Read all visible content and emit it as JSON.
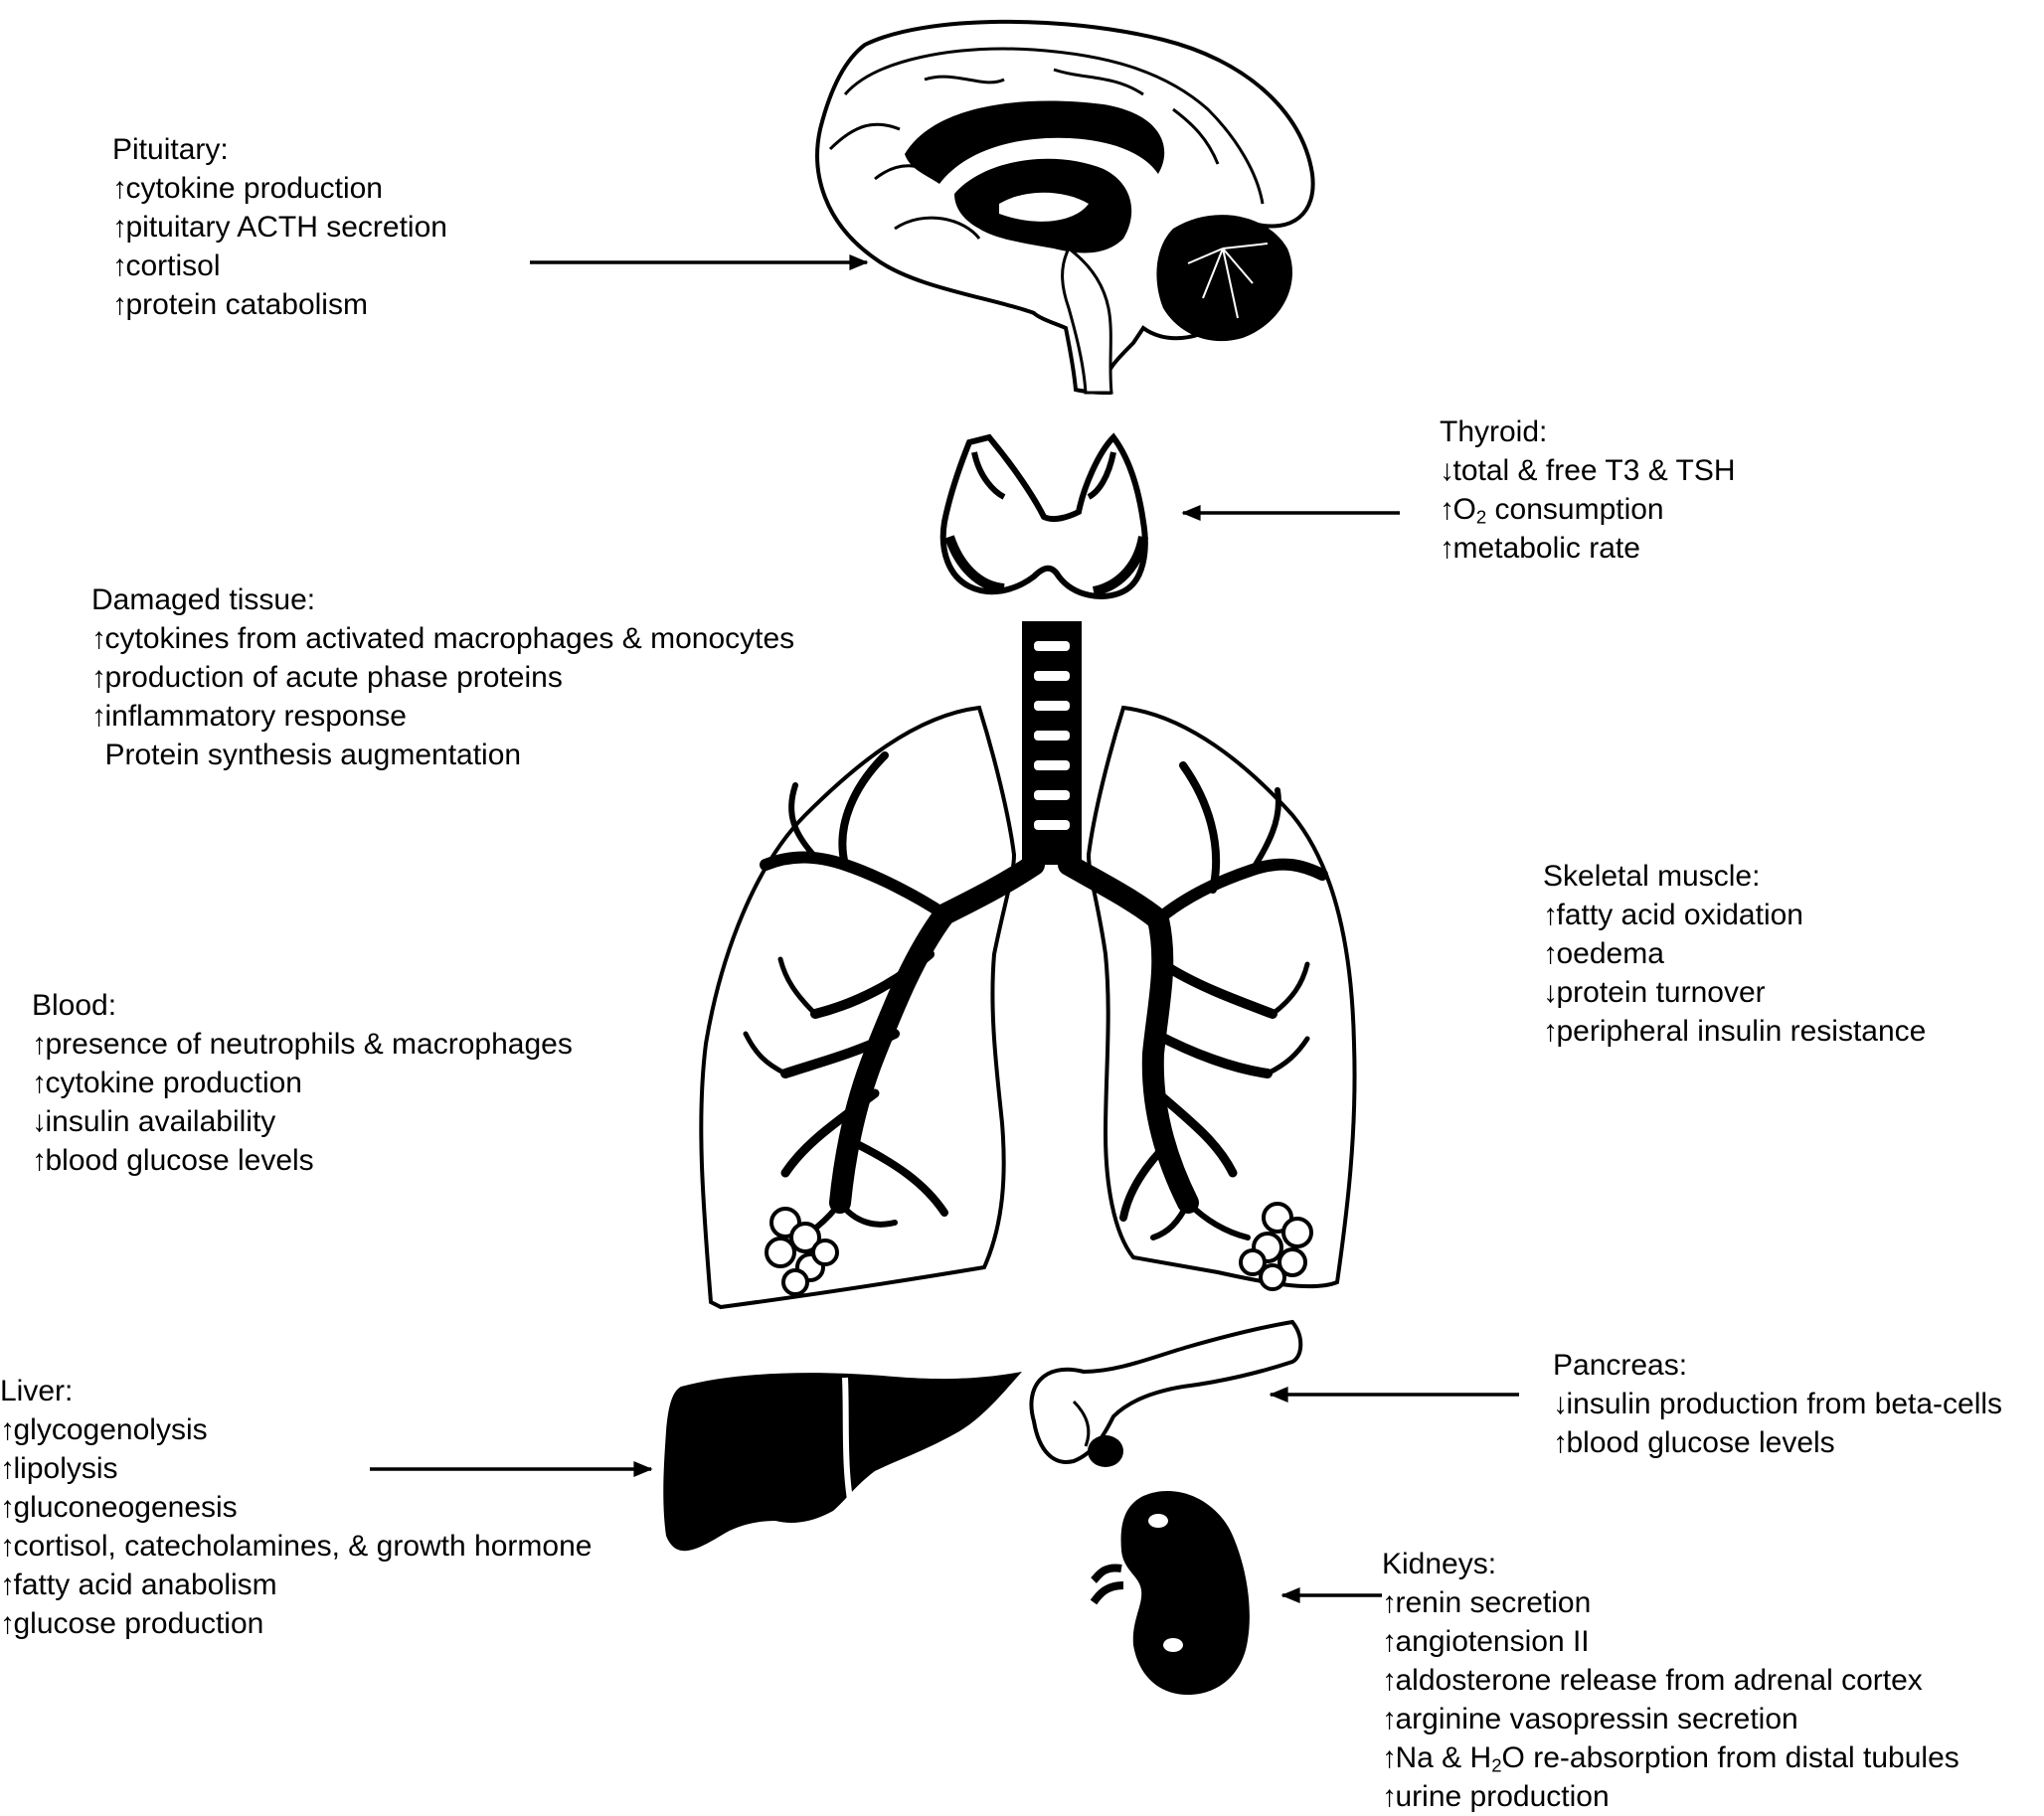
{
  "pituitary": {
    "title": "Pituitary:",
    "lines": [
      {
        "dir": "↑",
        "text": "cytokine production"
      },
      {
        "dir": "↑",
        "text": "pituitary ACTH secretion"
      },
      {
        "dir": "↑",
        "text": "cortisol"
      },
      {
        "dir": "↑",
        "text": "protein catabolism"
      }
    ]
  },
  "thyroid": {
    "title": "Thyroid:",
    "lines": [
      {
        "dir": "↓",
        "text": "total & free T3 & TSH"
      },
      {
        "dir": "↑",
        "pre": "O",
        "sub": "2",
        "post": " consumption"
      },
      {
        "dir": "↑",
        "text": "metabolic rate"
      }
    ]
  },
  "damaged_tissue": {
    "title": "Damaged tissue:",
    "lines": [
      {
        "dir": "↑",
        "text": "cytokines from activated macrophages & monocytes"
      },
      {
        "dir": "↑",
        "text": "production of acute phase proteins"
      },
      {
        "dir": "↑",
        "text": "inflammatory response"
      },
      {
        "dir": " ",
        "text": "Protein synthesis augmentation"
      }
    ]
  },
  "skeletal_muscle": {
    "title": "Skeletal muscle:",
    "lines": [
      {
        "dir": "↑",
        "text": "fatty acid oxidation"
      },
      {
        "dir": "↑",
        "text": "oedema"
      },
      {
        "dir": "↓",
        "text": "protein turnover"
      },
      {
        "dir": "↑",
        "text": "peripheral insulin resistance"
      }
    ]
  },
  "blood": {
    "title": "Blood:",
    "lines": [
      {
        "dir": "↑",
        "text": "presence of neutrophils & macrophages"
      },
      {
        "dir": "↑",
        "text": "cytokine production"
      },
      {
        "dir": "↓",
        "text": "insulin availability"
      },
      {
        "dir": "↑",
        "text": "blood glucose levels"
      }
    ]
  },
  "liver": {
    "title": "Liver:",
    "lines": [
      {
        "dir": "↑",
        "text": "glycogenolysis"
      },
      {
        "dir": "↑",
        "text": "lipolysis"
      },
      {
        "dir": "↑",
        "text": "gluconeogenesis"
      },
      {
        "dir": "↑",
        "text": "cortisol, catecholamines, & growth hormone"
      },
      {
        "dir": "↑",
        "text": "fatty acid anabolism"
      },
      {
        "dir": "↑",
        "text": "glucose production"
      }
    ]
  },
  "pancreas": {
    "title": "Pancreas:",
    "lines": [
      {
        "dir": "↓",
        "text": "insulin production from beta-cells"
      },
      {
        "dir": "↑",
        "text": "blood glucose levels"
      }
    ]
  },
  "kidneys": {
    "title": "Kidneys:",
    "lines": [
      {
        "dir": "↑",
        "text": "renin secretion"
      },
      {
        "dir": "↑",
        "text": "angiotension II"
      },
      {
        "dir": "↑",
        "text": "aldosterone release from adrenal cortex"
      },
      {
        "dir": "↑",
        "text": "arginine vasopressin secretion"
      },
      {
        "dir": "↑",
        "pre": "Na & H",
        "sub": "2",
        "post": "O re-absorption from distal tubules"
      },
      {
        "dir": "↑",
        "text": "urine production"
      }
    ]
  }
}
